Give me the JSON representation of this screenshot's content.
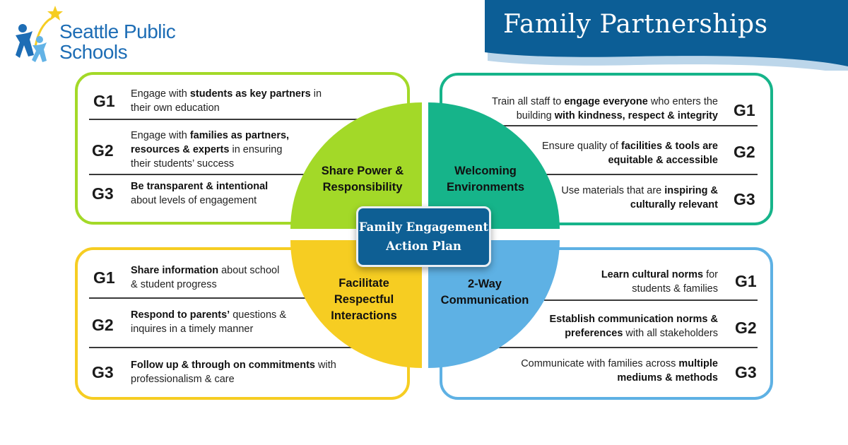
{
  "logo": {
    "line1": "Seattle Public",
    "line2": "Schools",
    "colors": {
      "text": "#1d6db5",
      "figure_dark": "#1d6db5",
      "figure_light": "#63b3e6",
      "star": "#f6cd22"
    }
  },
  "banner": {
    "title": "Family Partnerships",
    "color": "#0c5e96"
  },
  "center": {
    "line1": "Family Engagement",
    "line2": "Action Plan",
    "color": "#0e5f94"
  },
  "quadrants": {
    "share_power": {
      "label_line1": "Share Power &",
      "label_line2": "Responsibility",
      "color": "#a3d928",
      "goals": [
        {
          "id": "G1",
          "parts": [
            [
              "Engage with ",
              false
            ],
            [
              "students as key partners",
              true
            ],
            [
              " in their own education",
              false
            ]
          ]
        },
        {
          "id": "G2",
          "parts": [
            [
              "Engage with ",
              false
            ],
            [
              "families as partners, resources & experts",
              true
            ],
            [
              " in ensuring their students’ success",
              false
            ]
          ]
        },
        {
          "id": "G3",
          "parts": [
            [
              "Be transparent & intentional",
              true
            ],
            [
              " about levels of engagement",
              false
            ]
          ]
        }
      ]
    },
    "welcoming": {
      "label_line1": "Welcoming",
      "label_line2": "Environments",
      "color": "#16b48a",
      "goals": [
        {
          "id": "G1",
          "parts": [
            [
              "Train all staff to ",
              false
            ],
            [
              "engage everyone",
              true
            ],
            [
              " who enters the building ",
              false
            ],
            [
              "with kindness, respect & integrity",
              true
            ]
          ]
        },
        {
          "id": "G2",
          "parts": [
            [
              "Ensure quality of ",
              false
            ],
            [
              "facilities & tools are equitable & accessible",
              true
            ]
          ]
        },
        {
          "id": "G3",
          "parts": [
            [
              "Use materials that are ",
              false
            ],
            [
              "inspiring & culturally relevant",
              true
            ]
          ]
        }
      ]
    },
    "facilitate": {
      "label_line1": "Facilitate",
      "label_line2": "Respectful",
      "label_line3": "Interactions",
      "color": "#f6cd22",
      "goals": [
        {
          "id": "G1",
          "parts": [
            [
              "Share information",
              true
            ],
            [
              " about school & student progress",
              false
            ]
          ]
        },
        {
          "id": "G2",
          "parts": [
            [
              "Respond to parents’",
              true
            ],
            [
              " questions & inquires in a timely manner",
              false
            ]
          ]
        },
        {
          "id": "G3",
          "parts": [
            [
              "Follow up & through on commitments",
              true
            ],
            [
              " with professionalism & care",
              false
            ]
          ]
        }
      ]
    },
    "two_way": {
      "label_line1": "2-Way",
      "label_line2": "Communication",
      "color": "#5eb1e4",
      "goals": [
        {
          "id": "G1",
          "parts": [
            [
              "Learn cultural norms",
              true
            ],
            [
              " for students & families",
              false
            ]
          ]
        },
        {
          "id": "G2",
          "parts": [
            [
              "Establish communication norms & preferences",
              true
            ],
            [
              " with all stakeholders",
              false
            ]
          ]
        },
        {
          "id": "G3",
          "parts": [
            [
              "Communicate with families across ",
              false
            ],
            [
              "multiple mediums & methods",
              true
            ]
          ]
        }
      ]
    }
  }
}
